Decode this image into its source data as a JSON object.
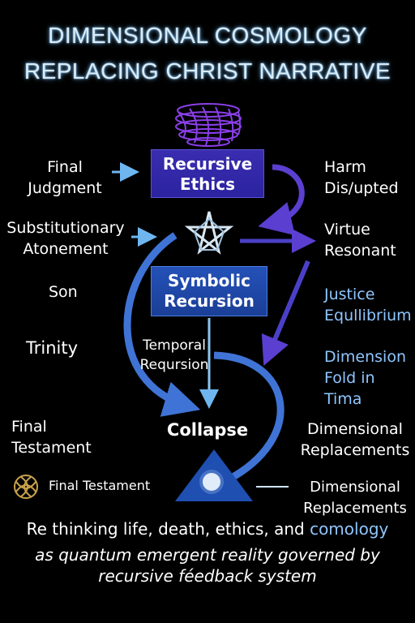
{
  "title": {
    "line1": "DIMENSIONAL COSMOLOGY",
    "line2": "REPLACING CHRIST NARRATIVE"
  },
  "left": {
    "final_judgment": "Final\nJudgment",
    "substitutionary": "Substitutionary\nAtonement",
    "son": "Son",
    "trinity": "Trinity",
    "final_testament": "Final\nTestament",
    "final_testament_icon_label": "Final Testament"
  },
  "center": {
    "recursive_ethics": "Recursive\nEthics",
    "symbolic_recursion": "Symbolic\nRecursion",
    "temporal": "Temporal\nReqursion",
    "collapse": "Collapse"
  },
  "right": {
    "harm": "Harm\nDis/upted",
    "virtue": "Virtue\nResonant",
    "justice": "Justice\nEqullibrium",
    "dimension_fold": "Dimension\nFold in Tima",
    "dim_replacements_1": "Dimensional\nReplacements",
    "dim_replacements_2": "Dimensional\nReplacements"
  },
  "footer": {
    "line1_a": "Re thinking life, death, ethics, and ",
    "line1_b": "comology",
    "line2": "as quantum emergent reality governed by",
    "line3": "recursive féedback system"
  },
  "colors": {
    "purple": "#3a2db0",
    "blue_box": "#2451b8",
    "arrow_blue": "#3f74d6",
    "light_blue_text": "#8fc6ff"
  },
  "icons": [
    "wireframe-torus-icon",
    "star-heptagram-icon",
    "triangle-circle-icon",
    "golden-knot-icon"
  ]
}
